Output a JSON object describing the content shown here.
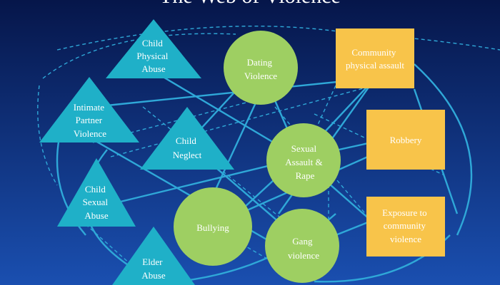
{
  "title": "The Web of Violence",
  "colors": {
    "background_top": "#06164a",
    "background_bottom": "#1a4fb0",
    "triangle": "#1fb0c8",
    "circle": "#9ecf62",
    "square": "#f8c44a",
    "edge": "#2fa8d8"
  },
  "nodes": {
    "child_physical_abuse": {
      "lines": [
        "Child",
        "Physical",
        "Abuse"
      ]
    },
    "intimate_partner_violence": {
      "lines": [
        "Intimate",
        "Partner",
        "Violence"
      ]
    },
    "child_neglect": {
      "lines": [
        "Child",
        "Neglect"
      ]
    },
    "child_sexual_abuse": {
      "lines": [
        "Child",
        "Sexual",
        "Abuse"
      ]
    },
    "elder_abuse": {
      "lines": [
        "Elder",
        "Abuse"
      ]
    },
    "dating_violence": {
      "lines": [
        "Dating",
        "Violence"
      ]
    },
    "sexual_assault_rape": {
      "lines": [
        "Sexual",
        "Assault &",
        "Rape"
      ]
    },
    "bullying": {
      "lines": [
        "Bullying"
      ]
    },
    "gang_violence": {
      "lines": [
        "Gang",
        "violence"
      ]
    },
    "community_physical_assault": {
      "lines": [
        "Community",
        "physical assault"
      ]
    },
    "robbery": {
      "lines": [
        "Robbery"
      ]
    },
    "exposure_community_violence": {
      "lines": [
        "Exposure to",
        "community",
        "violence"
      ]
    }
  }
}
